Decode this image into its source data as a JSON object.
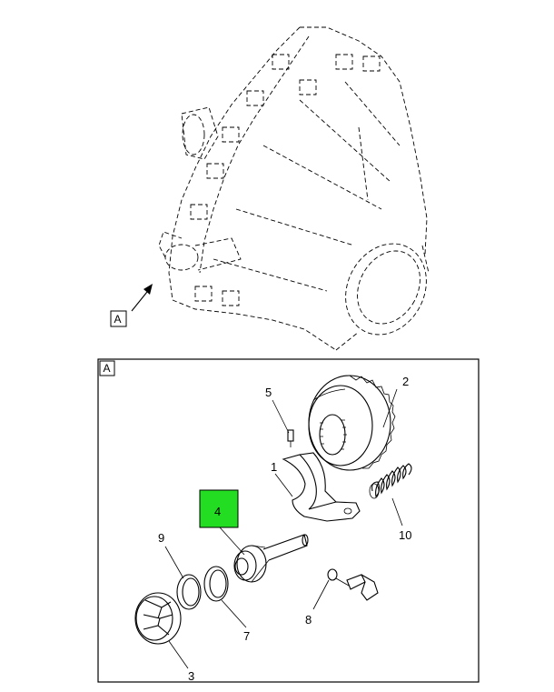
{
  "view_label": "A",
  "detail_box_label": "A",
  "highlight_color": "#22dd22",
  "callouts": [
    {
      "id": "c1",
      "text": "1"
    },
    {
      "id": "c2",
      "text": "2"
    },
    {
      "id": "c3",
      "text": "3"
    },
    {
      "id": "c4",
      "text": "4",
      "highlighted": true
    },
    {
      "id": "c5",
      "text": "5"
    },
    {
      "id": "c7",
      "text": "7"
    },
    {
      "id": "c8",
      "text": "8"
    },
    {
      "id": "c9",
      "text": "9"
    },
    {
      "id": "c10",
      "text": "10"
    }
  ]
}
